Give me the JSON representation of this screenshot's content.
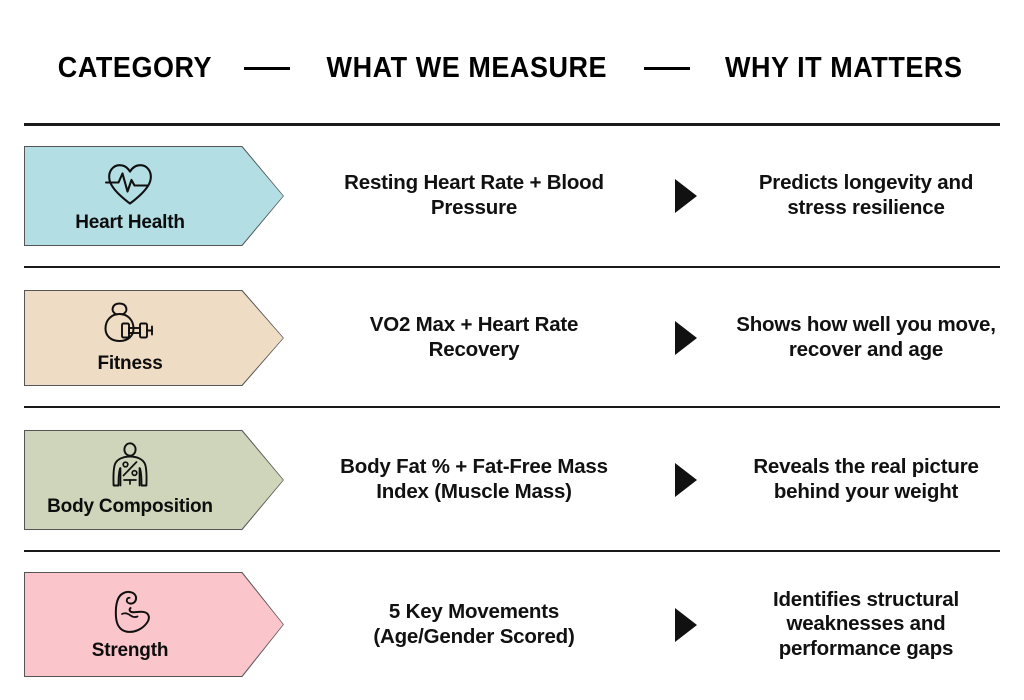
{
  "header": {
    "col1": "CATEGORY",
    "col2": "WHAT WE MEASURE",
    "col3": "WHY IT MATTERS"
  },
  "colors": {
    "heart_health": "#B2DEE4",
    "fitness": "#EEDCC4",
    "body_composition": "#CED5BA",
    "strength": "#FBC6CB",
    "outline": "#555555",
    "text": "#111111",
    "rule": "#1a1a1a",
    "background": "#ffffff"
  },
  "rows": [
    {
      "category": "Heart Health",
      "icon": "heart-pulse-icon",
      "color": "#B2DEE4",
      "measure_lines": [
        "Resting Heart Rate + Blood",
        "Pressure"
      ],
      "matters_lines": [
        "Predicts longevity and",
        "stress resilience"
      ],
      "arrow": "triangle-right-icon"
    },
    {
      "category": "Fitness",
      "icon": "kettlebell-dumbbell-icon",
      "color": "#EEDCC4",
      "measure_lines": [
        "VO2 Max + Heart Rate",
        "Recovery"
      ],
      "matters_lines": [
        "Shows how well you move,",
        "recover and age"
      ],
      "arrow": "triangle-right-icon"
    },
    {
      "category": "Body Composition",
      "icon": "body-percent-icon",
      "color": "#CED5BA",
      "measure_lines": [
        "Body Fat % + Fat-Free Mass",
        "Index (Muscle Mass)"
      ],
      "matters_lines": [
        "Reveals the real picture",
        "behind your weight"
      ],
      "arrow": "triangle-right-icon"
    },
    {
      "category": "Strength",
      "icon": "flexed-bicep-icon",
      "color": "#FBC6CB",
      "measure_lines": [
        "5 Key Movements",
        "(Age/Gender Scored)"
      ],
      "matters_lines": [
        "Identifies structural",
        "weaknesses and",
        "performance gaps"
      ],
      "arrow": "triangle-right-icon"
    }
  ]
}
